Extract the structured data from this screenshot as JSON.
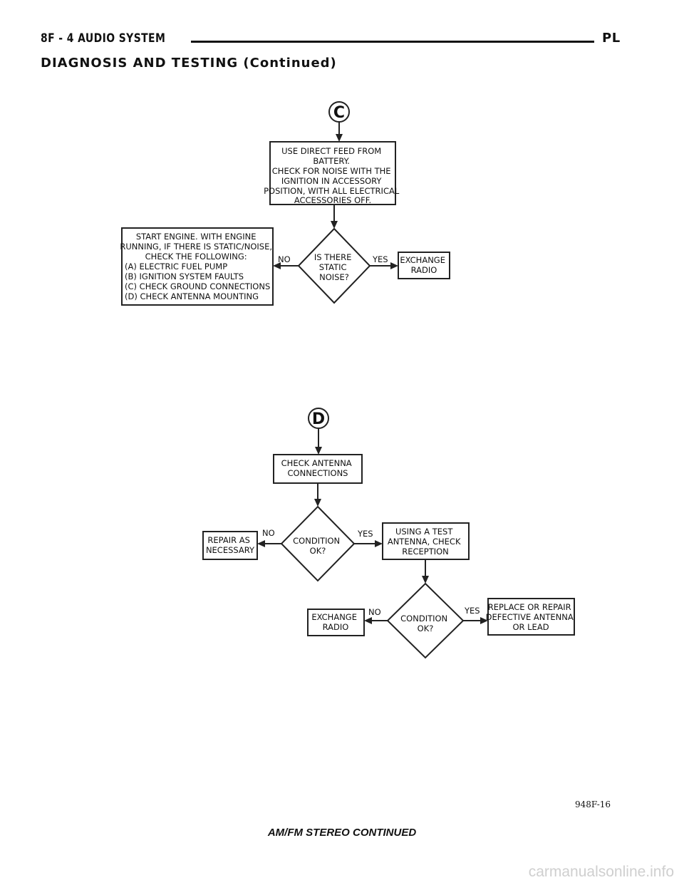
{
  "header": {
    "left": "8F - 4    AUDIO SYSTEM",
    "right": "PL",
    "subheading": "DIAGNOSIS AND TESTING (Continued)"
  },
  "flowchart_c": {
    "connector": "C",
    "feed_box": [
      "USE DIRECT FEED FROM",
      "BATTERY.",
      "CHECK FOR NOISE WITH THE",
      "IGNITION IN ACCESSORY",
      "POSITION, WITH ALL ELECTRICAL",
      "ACCESSORIES OFF."
    ],
    "decision": [
      "IS THERE",
      "STATIC",
      "NOISE?"
    ],
    "no_label": "NO",
    "yes_label": "YES",
    "yes_box": [
      "EXCHANGE",
      "RADIO"
    ],
    "no_box": [
      "START ENGINE. WITH ENGINE",
      "RUNNING, IF THERE IS STATIC/NOISE,",
      "CHECK THE FOLLOWING:",
      "(A) ELECTRIC FUEL PUMP",
      "(B) IGNITION SYSTEM FAULTS",
      "(C) CHECK GROUND CONNECTIONS",
      "(D) CHECK ANTENNA MOUNTING"
    ]
  },
  "flowchart_d": {
    "connector": "D",
    "check_box": [
      "CHECK ANTENNA",
      "CONNECTIONS"
    ],
    "decision1": [
      "CONDITION",
      "OK?"
    ],
    "no1_label": "NO",
    "yes1_label": "YES",
    "no1_box": [
      "REPAIR AS",
      "NECESSARY"
    ],
    "yes1_box": [
      "USING A TEST",
      "ANTENNA, CHECK",
      "RECEPTION"
    ],
    "decision2": [
      "CONDITION",
      "OK?"
    ],
    "no2_label": "NO",
    "yes2_label": "YES",
    "no2_box": [
      "EXCHANGE",
      "RADIO"
    ],
    "yes2_box": [
      "REPLACE OR REPAIR",
      "DEFECTIVE ANTENNA",
      "OR LEAD"
    ]
  },
  "figure_id": "948F-16",
  "caption": "AM/FM STEREO CONTINUED",
  "watermark": "carmanualsonline.info"
}
